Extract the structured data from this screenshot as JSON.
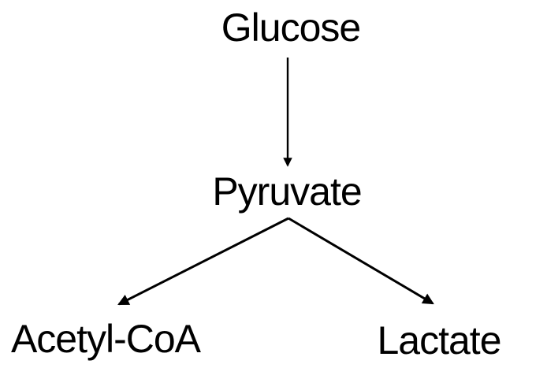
{
  "diagram": {
    "background_color": "#ffffff",
    "text_color": "#000000",
    "arrow_color": "#000000",
    "nodes": {
      "glucose": {
        "label": "Glucose"
      },
      "pyruvate": {
        "label": "Pyruvate"
      },
      "acetyl_coa": {
        "label": "Acetyl-CoA"
      },
      "lactate": {
        "label": "Lactate"
      }
    },
    "edges": [
      {
        "from": "Glucose",
        "to": "Pyruvate",
        "direction": "down"
      },
      {
        "from": "Pyruvate",
        "to": "Acetyl-CoA",
        "direction": "down-left"
      },
      {
        "from": "Pyruvate",
        "to": "Lactate",
        "direction": "down-right"
      }
    ]
  }
}
